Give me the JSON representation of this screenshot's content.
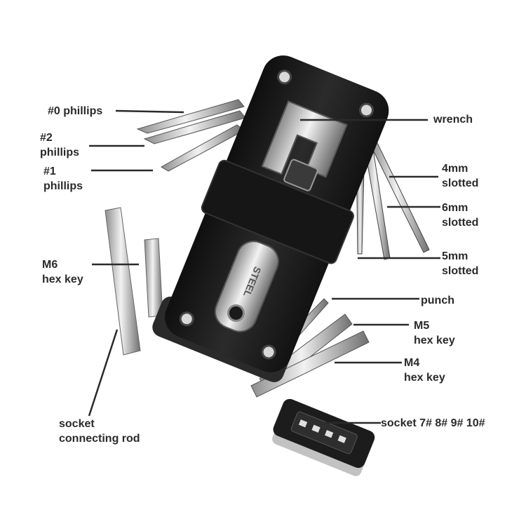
{
  "figure": {
    "subject": "multi-function bicycle tool with folding bits",
    "background_color": "#ffffff",
    "body_color": "#1c1c1c",
    "metal_color": "#c9c9c9",
    "label_color": "#2a2a2a",
    "wrench_engraving": "STEEL"
  },
  "callouts": [
    {
      "id": "phillips-0",
      "lines": [
        "#0 phillips"
      ]
    },
    {
      "id": "phillips-2",
      "lines": [
        "#2",
        "phillips"
      ]
    },
    {
      "id": "phillips-1",
      "lines": [
        "#1",
        "phillips"
      ]
    },
    {
      "id": "wrench",
      "lines": [
        "wrench"
      ]
    },
    {
      "id": "slotted-4mm",
      "lines": [
        "4mm",
        "slotted"
      ]
    },
    {
      "id": "slotted-6mm",
      "lines": [
        "6mm",
        "slotted"
      ]
    },
    {
      "id": "slotted-5mm",
      "lines": [
        "5mm",
        "slotted"
      ]
    },
    {
      "id": "m6-hex",
      "lines": [
        "M6",
        "hex key"
      ]
    },
    {
      "id": "punch",
      "lines": [
        "punch"
      ]
    },
    {
      "id": "m5-hex",
      "lines": [
        "M5",
        "hex key"
      ]
    },
    {
      "id": "m4-hex",
      "lines": [
        "M4",
        "hex key"
      ]
    },
    {
      "id": "socket-rod",
      "lines": [
        "socket",
        "connecting rod"
      ]
    },
    {
      "id": "socket-sizes",
      "lines": [
        "socket 7# 8# 9# 10#"
      ]
    }
  ]
}
